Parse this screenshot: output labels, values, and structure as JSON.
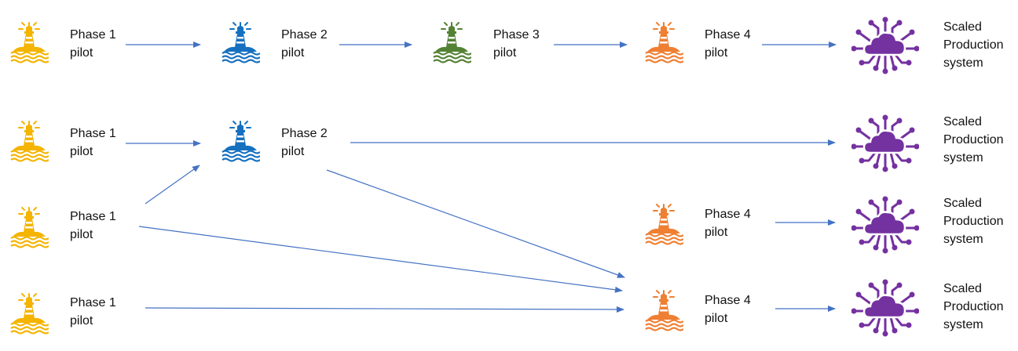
{
  "colors": {
    "phase1": "#F4B400",
    "phase2": "#1570C0",
    "phase3": "#548235",
    "phase4": "#EF7F32",
    "production": "#7431A0",
    "arrow": "#4472C4"
  },
  "icons": {
    "pilot": "lighthouse-icon",
    "production": "cloud-network-icon"
  },
  "nodes": [
    {
      "id": "r1-p1",
      "kind": "phase1",
      "lines": [
        "Phase 1",
        "pilot"
      ]
    },
    {
      "id": "r1-p2",
      "kind": "phase2",
      "lines": [
        "Phase 2",
        "pilot"
      ]
    },
    {
      "id": "r1-p3",
      "kind": "phase3",
      "lines": [
        "Phase 3",
        "pilot"
      ]
    },
    {
      "id": "r1-p4",
      "kind": "phase4",
      "lines": [
        "Phase 4",
        "pilot"
      ]
    },
    {
      "id": "r1-prod",
      "kind": "production",
      "lines": [
        "Scaled",
        "Production",
        "system"
      ]
    },
    {
      "id": "r2-p1",
      "kind": "phase1",
      "lines": [
        "Phase 1",
        "pilot"
      ]
    },
    {
      "id": "r2-p2",
      "kind": "phase2",
      "lines": [
        "Phase 2",
        "pilot"
      ]
    },
    {
      "id": "r2-prod",
      "kind": "production",
      "lines": [
        "Scaled",
        "Production",
        "system"
      ]
    },
    {
      "id": "r3-p1",
      "kind": "phase1",
      "lines": [
        "Phase 1",
        "pilot"
      ]
    },
    {
      "id": "r3-p4",
      "kind": "phase4",
      "lines": [
        "Phase 4",
        "pilot"
      ]
    },
    {
      "id": "r3-prod",
      "kind": "production",
      "lines": [
        "Scaled",
        "Production",
        "system"
      ]
    },
    {
      "id": "r4-p1",
      "kind": "phase1",
      "lines": [
        "Phase 1",
        "pilot"
      ]
    },
    {
      "id": "r4-p4",
      "kind": "phase4",
      "lines": [
        "Phase 4",
        "pilot"
      ]
    },
    {
      "id": "r4-prod",
      "kind": "production",
      "lines": [
        "Scaled",
        "Production",
        "system"
      ]
    }
  ],
  "edges": [
    {
      "from": "r1-p1",
      "to": "r1-p2"
    },
    {
      "from": "r1-p2",
      "to": "r1-p3"
    },
    {
      "from": "r1-p3",
      "to": "r1-p4"
    },
    {
      "from": "r1-p4",
      "to": "r1-prod"
    },
    {
      "from": "r2-p1",
      "to": "r2-p2"
    },
    {
      "from": "r2-p2",
      "to": "r2-prod"
    },
    {
      "from": "r3-p1",
      "to": "r2-p2"
    },
    {
      "from": "r2-p2",
      "to": "r4-p4"
    },
    {
      "from": "r3-p1",
      "to": "r4-p4"
    },
    {
      "from": "r4-p1",
      "to": "r4-p4"
    },
    {
      "from": "r3-p4",
      "to": "r3-prod"
    },
    {
      "from": "r4-p4",
      "to": "r4-prod"
    }
  ]
}
